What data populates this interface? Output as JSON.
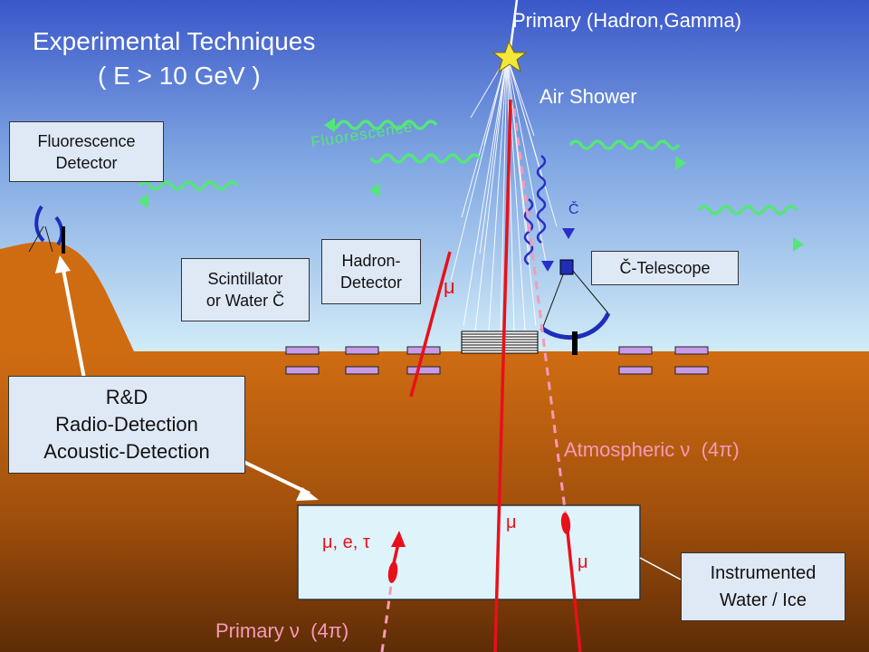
{
  "title": {
    "line1": "Experimental Techniques",
    "line2": "( E > 10 GeV )"
  },
  "labels": {
    "primary_top": "Primary (Hadron,Gamma)",
    "air_shower": "Air Shower",
    "fluorescence": "Fluorescence",
    "cherenkov_small": "Č",
    "muon_upper": "μ",
    "atmospheric_nu": "Atmospheric ν  (4π)",
    "muon_box_1": "μ",
    "muon_box_2": "μ",
    "leptons": "μ, e, τ",
    "primary_nu": "Primary ν  (4π)"
  },
  "boxes": {
    "fluorescence_detector": [
      "Fluorescence",
      "Detector"
    ],
    "hadron_detector": [
      "Hadron-",
      "Detector"
    ],
    "scintillator": [
      "Scintillator",
      "or Water Č"
    ],
    "c_telescope": [
      "Č-Telescope"
    ],
    "rnd": [
      "R&D",
      "Radio-Detection",
      "Acoustic-Detection"
    ],
    "instrumented": [
      "Instrumented",
      "Water / Ice"
    ]
  },
  "colors": {
    "sky_top": "#3a57c9",
    "sky_bottom": "#cfe8f7",
    "ground_top": "#cc6a12",
    "ground_bottom": "#6b3208",
    "fluorescence_wave": "#55e67a",
    "cherenkov_wave": "#2a2ec8",
    "particle_track": "#e8101a",
    "neutrino_track": "#f59ab8",
    "detector_pad": "#c79be8",
    "star": "#f5e63a",
    "instrumented_volume": "#dff3fb"
  }
}
